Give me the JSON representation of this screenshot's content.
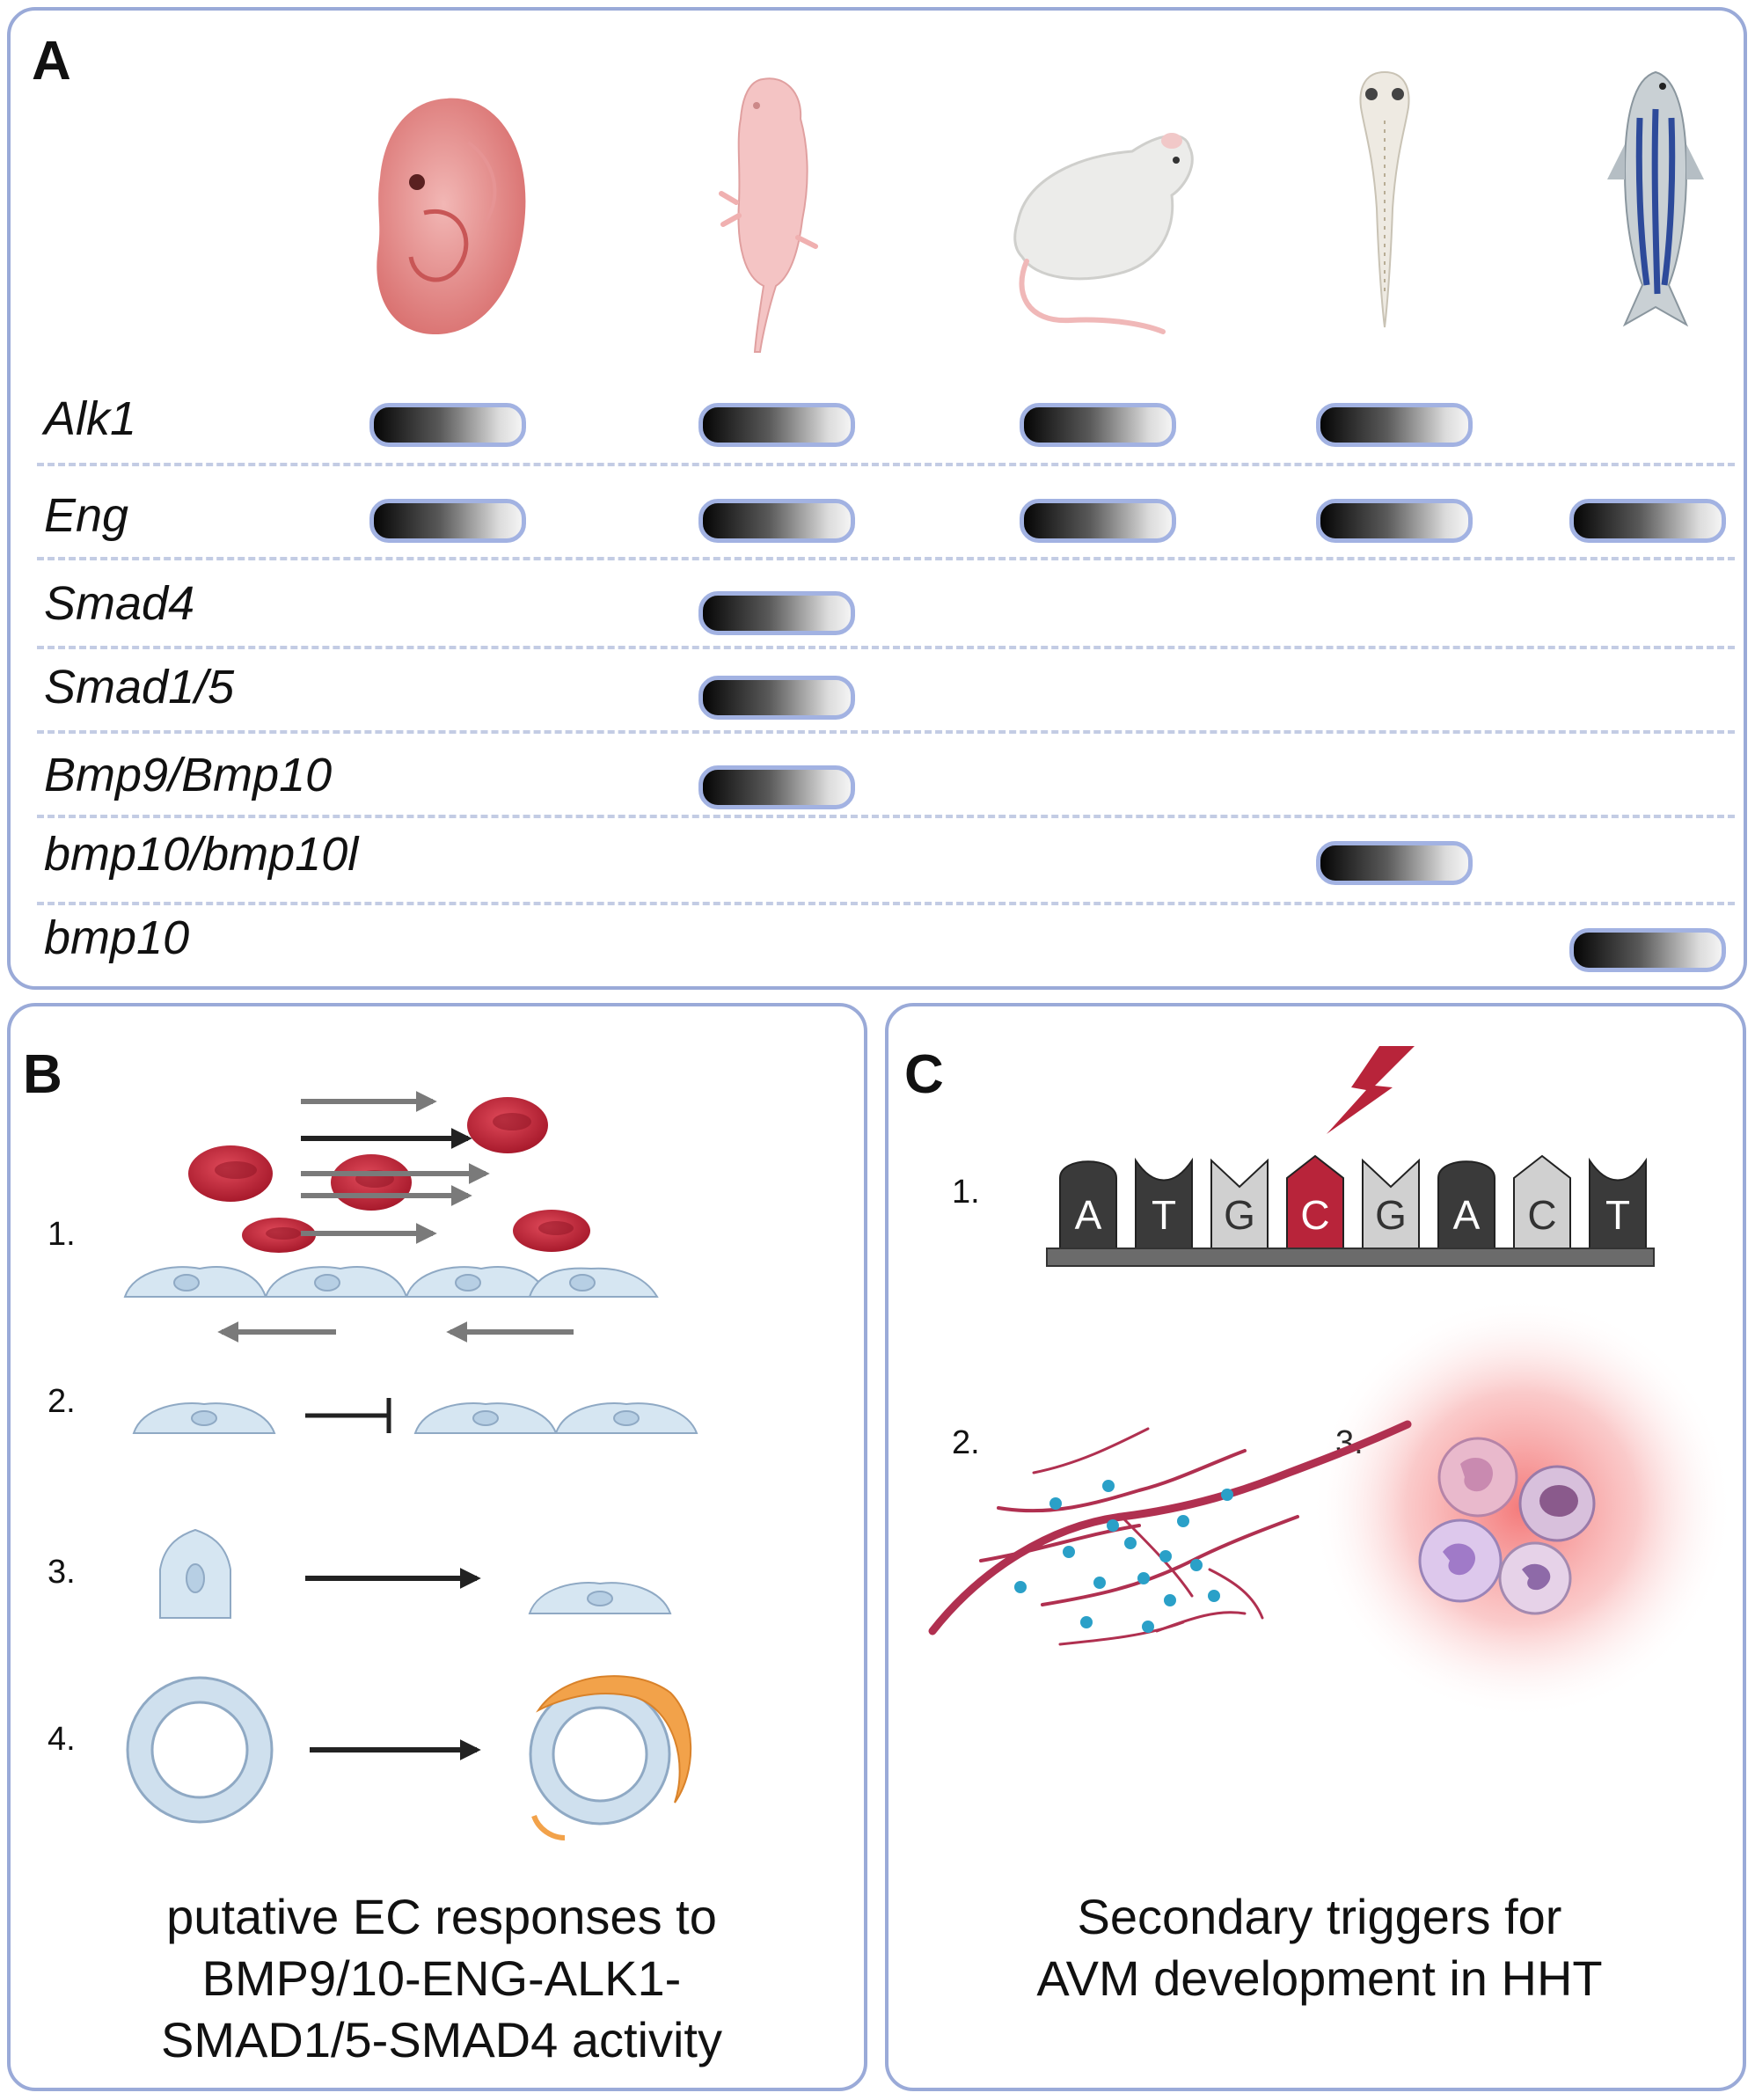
{
  "panels": {
    "a": {
      "letter": "A",
      "genes": [
        {
          "label": "Alk1",
          "models": [
            true,
            true,
            true,
            true,
            false
          ]
        },
        {
          "label": "Eng",
          "models": [
            true,
            true,
            true,
            true,
            true
          ]
        },
        {
          "label": "Smad4",
          "models": [
            false,
            true,
            false,
            false,
            false
          ]
        },
        {
          "label": "Smad1/5",
          "models": [
            false,
            true,
            false,
            false,
            false
          ]
        },
        {
          "label": "Bmp9/Bmp10",
          "models": [
            false,
            true,
            false,
            false,
            false
          ]
        },
        {
          "label": "bmp10/bmp10l",
          "models": [
            false,
            false,
            false,
            true,
            false
          ]
        },
        {
          "label": "bmp10",
          "models": [
            false,
            false,
            false,
            false,
            true
          ]
        }
      ],
      "organism_icons": [
        "mouse-embryo-icon",
        "neonatal-mouse-icon",
        "adult-mouse-icon",
        "zebrafish-larva-icon",
        "adult-zebrafish-icon"
      ]
    },
    "b": {
      "letter": "B",
      "steps": [
        "1.",
        "2.",
        "3.",
        "4."
      ],
      "caption_lines": [
        "putative EC responses to",
        "BMP9/10-ENG-ALK1-",
        "SMAD1/5-SMAD4 activity"
      ]
    },
    "c": {
      "letter": "C",
      "steps": [
        "1.",
        "2.",
        "3."
      ],
      "dna_bases": [
        {
          "letter": "A",
          "fill": "#3a3a3a",
          "text": "#ffffff",
          "shape": "round"
        },
        {
          "letter": "T",
          "fill": "#3a3a3a",
          "text": "#ffffff",
          "shape": "notch"
        },
        {
          "letter": "G",
          "fill": "#d0d0d0",
          "text": "#333333",
          "shape": "vnotch"
        },
        {
          "letter": "C",
          "fill": "#b8243a",
          "text": "#ffffff",
          "shape": "point"
        },
        {
          "letter": "G",
          "fill": "#d0d0d0",
          "text": "#333333",
          "shape": "vnotch"
        },
        {
          "letter": "A",
          "fill": "#3a3a3a",
          "text": "#ffffff",
          "shape": "round"
        },
        {
          "letter": "C",
          "fill": "#d0d0d0",
          "text": "#333333",
          "shape": "point"
        },
        {
          "letter": "T",
          "fill": "#3a3a3a",
          "text": "#ffffff",
          "shape": "notch"
        }
      ],
      "caption_lines": [
        "Secondary triggers for",
        "AVM development in HHT"
      ]
    }
  },
  "colors": {
    "panel_border": "#9aaad8",
    "rbc": "#c0263a",
    "endothelial_cell": "#d6e6f2",
    "pericyte": "#f2a24a",
    "vessel": "#b03050",
    "inflammation_glow": "#f36c6c"
  }
}
